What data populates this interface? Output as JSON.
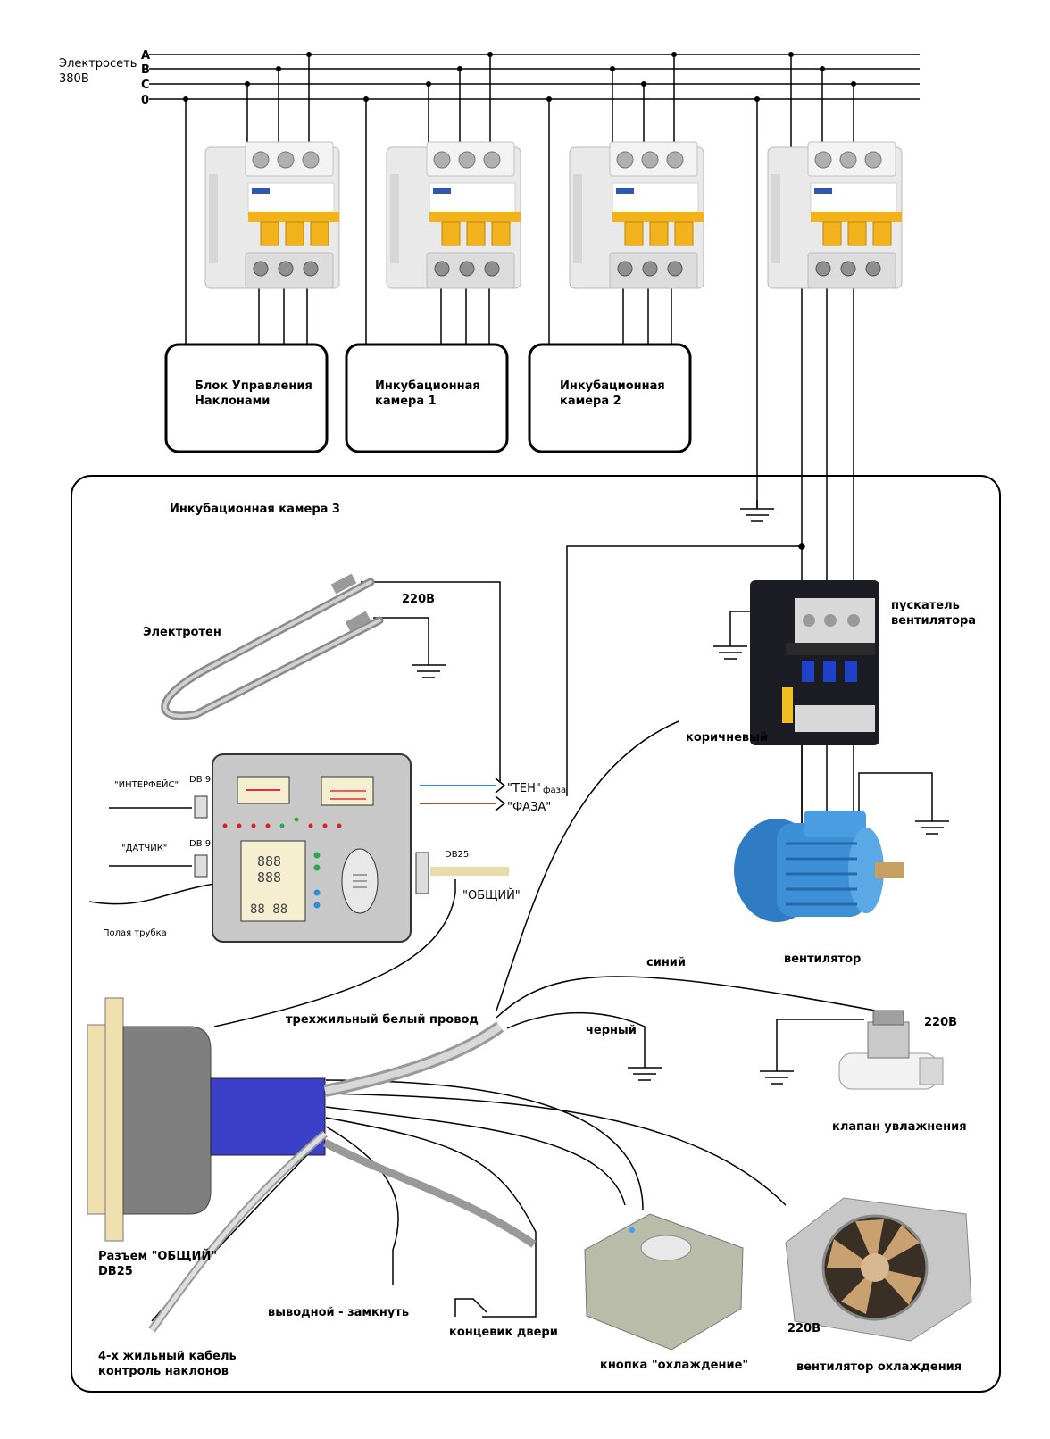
{
  "mains": {
    "title_line1": "Электросеть",
    "title_line2": "380В",
    "phases": [
      "A",
      "B",
      "C",
      "0"
    ]
  },
  "blocks": {
    "tilt_control": {
      "line1": "Блок Управления",
      "line2": "Наклонами"
    },
    "chamber1": {
      "line1": "Инкубационная",
      "line2": "камера  1"
    },
    "chamber2": {
      "line1": "Инкубационная",
      "line2": "камера 2"
    }
  },
  "chamber3": {
    "title": "Инкубационная камера 3",
    "heater": "Электротен",
    "heater_voltage": "220В",
    "starter_line1": "пускатель",
    "starter_line2": "вентилятора",
    "brown": "коричневый",
    "interface": "\"ИНТЕРФЕЙС\"",
    "db9_top": "DB 9",
    "sensor": "\"ДАТЧИК\"",
    "db9_bottom": "DB 9",
    "hollow_tube": "Полая трубка",
    "ten": "\"ТЕН\"",
    "phase_small": "фаза",
    "phase": "\"ФАЗА\"",
    "db25": "DB25",
    "common": "\"ОБЩИЙ\"",
    "fan": "вентилятор",
    "blue": "синий",
    "three_core": "трехжильный белый провод",
    "black": "черный",
    "valve_voltage": "220В",
    "valve": "клапан увлажнения",
    "connector_line1": "Разъем \"ОБЩИЙ\"",
    "connector_line2": "DB25",
    "output_short": "выводной - замкнуть",
    "door_switch": "концевик двери",
    "cooling_button": "кнопка \"охлаждение\"",
    "cooling_fan_voltage": "220В",
    "cooling_fan": "вентилятор охлаждения",
    "cable_line1": "4-х жильный кабель",
    "cable_line2": "контроль наклонов"
  },
  "controller": {
    "display_top": "888",
    "display_mid": "888",
    "display_bottom": "88  88"
  },
  "colors": {
    "wire": "#000000",
    "breaker_handle": "#f2b21c",
    "connector_blue": "#3c3fc8",
    "motor_blue": "#3d8fd6",
    "controller_body": "#c8c8c8"
  },
  "icons": [
    "breaker-icon",
    "ground-icon",
    "heater-icon",
    "contactor-icon",
    "motor-icon",
    "valve-icon",
    "button-icon",
    "fan-icon",
    "db25-connector-icon"
  ]
}
